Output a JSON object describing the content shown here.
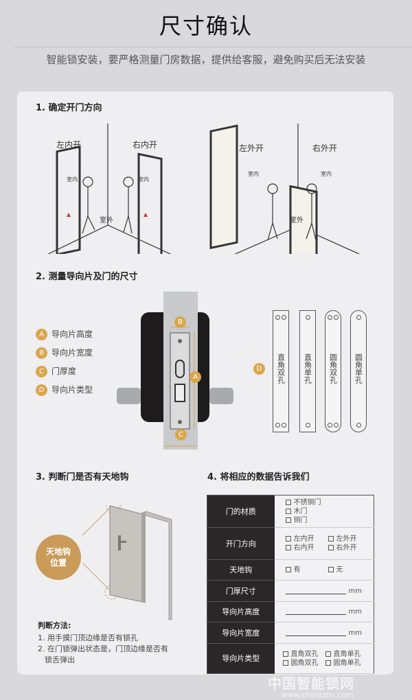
{
  "header": {
    "title": "尺寸确认",
    "subtitle": "智能锁安装，要严格测量门房数据，提供给客服，避免购买后无法安装"
  },
  "section1": {
    "title": "1. 确定开门方向",
    "labels": [
      "左内开",
      "右内开",
      "左外开",
      "右外开"
    ],
    "indoor": "室内",
    "outdoor": "室外"
  },
  "section2": {
    "title": "2. 测量导向片及门的尺寸",
    "legend": [
      {
        "key": "A",
        "label": "导向片高度"
      },
      {
        "key": "B",
        "label": "导向片宽度"
      },
      {
        "key": "C",
        "label": "门厚度"
      },
      {
        "key": "D",
        "label": "导向片类型"
      }
    ],
    "plates": [
      {
        "label": "直角双孔",
        "shape": "square",
        "holes": 2
      },
      {
        "label": "直角单孔",
        "shape": "square",
        "holes": 1
      },
      {
        "label": "圆角双孔",
        "shape": "round",
        "holes": 2
      },
      {
        "label": "圆角单孔",
        "shape": "round",
        "holes": 1
      }
    ],
    "accent": "#d9a64e"
  },
  "section3": {
    "title": "3. 判断门是否有天地钩",
    "badge_line1": "天地钩",
    "badge_line2": "位置",
    "method_title": "判断方法:",
    "steps": [
      "1. 用手摸门顶边缘是否有锁孔",
      "2. 在门锁弹出状态是，门顶边缘是否有",
      "锁舌弹出"
    ]
  },
  "section4": {
    "title": "4. 将相应的数据告诉我们",
    "rows": [
      {
        "label": "门的材质",
        "options": [
          "不锈钢门",
          "木门",
          "铜门"
        ]
      },
      {
        "label": "开门方向",
        "options": [
          "左内开",
          "左外开",
          "右内开",
          "右外开"
        ]
      },
      {
        "label": "天地钩",
        "options": [
          "有",
          "无"
        ]
      },
      {
        "label": "门厚尺寸",
        "unit": "mm"
      },
      {
        "label": "导向片高度",
        "unit": "mm"
      },
      {
        "label": "导向片宽度",
        "unit": "mm"
      },
      {
        "label": "导向片类型",
        "options": [
          "直角双孔",
          "直角单孔",
          "圆角双孔",
          "圆角单孔"
        ]
      }
    ]
  },
  "watermark": {
    "text": "中国智能锁网",
    "url": "www.chinazns.com"
  }
}
